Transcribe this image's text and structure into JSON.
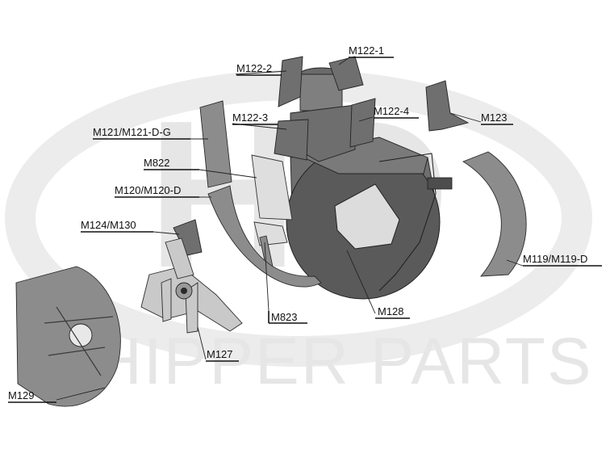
{
  "watermark": {
    "logo_text": "HD",
    "brand_text": "CHIPPER PARTS"
  },
  "parts": [
    {
      "id": "M122-1",
      "label": "M122-1"
    },
    {
      "id": "M122-2",
      "label": "M122-2"
    },
    {
      "id": "M122-3",
      "label": "M122-3"
    },
    {
      "id": "M122-4",
      "label": "M122-4"
    },
    {
      "id": "M123",
      "label": "M123"
    },
    {
      "id": "M121",
      "label": "M121/M121-D-G"
    },
    {
      "id": "M822",
      "label": "M822"
    },
    {
      "id": "M120",
      "label": "M120/M120-D"
    },
    {
      "id": "M124",
      "label": "M124/M130"
    },
    {
      "id": "M119",
      "label": "M119/M119-D"
    },
    {
      "id": "M823",
      "label": "M823"
    },
    {
      "id": "M128",
      "label": "M128"
    },
    {
      "id": "M127",
      "label": "M127"
    },
    {
      "id": "M129",
      "label": "M129"
    }
  ],
  "colors": {
    "sheet_metal": "#8c8c8c",
    "housing": "#6f6f6f",
    "wear_plate": "#dedede",
    "watermark": "#e6e6e6"
  }
}
